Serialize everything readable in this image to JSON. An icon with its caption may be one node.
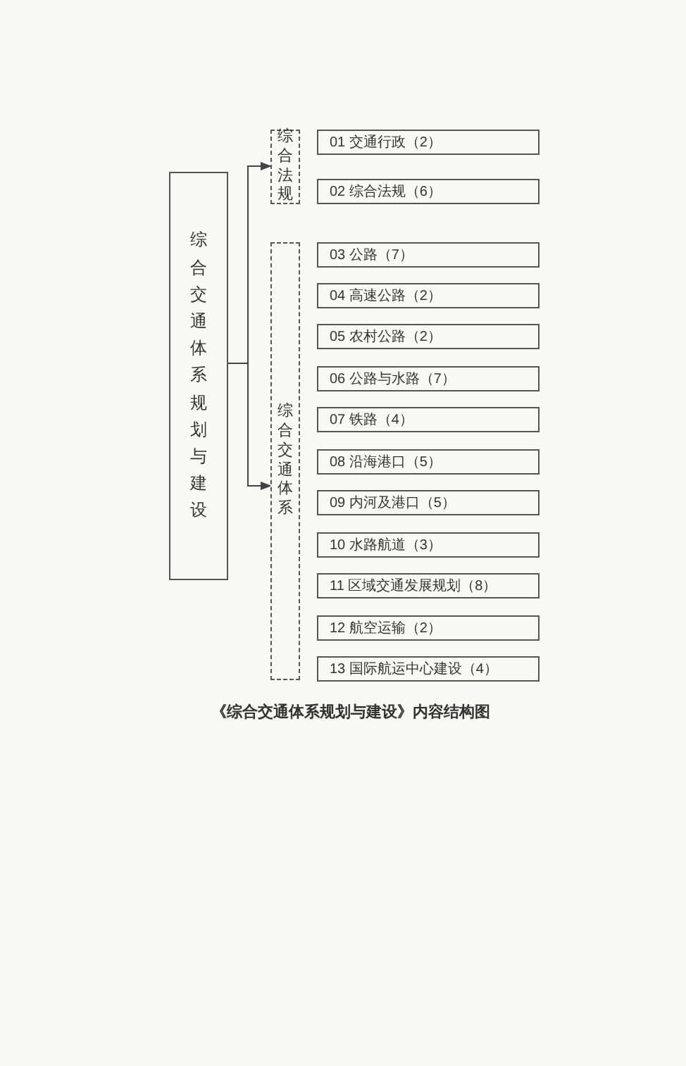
{
  "diagram": {
    "caption": "《综合交通体系规划与建设》内容结构图",
    "nodes": [
      {
        "text": [
          "综合交通体系规划与建设"
        ]
      },
      {
        "text": [
          "综合法规"
        ]
      },
      {
        "text": [
          "综合交通体系"
        ]
      },
      {
        "text": [
          "01 交通行政（2）"
        ]
      },
      {
        "text": [
          "02 综合法规（6）"
        ]
      },
      {
        "text": [
          "03 公路（7）"
        ]
      },
      {
        "text": [
          "04 高速公路（2）"
        ]
      },
      {
        "text": [
          "05 农村公路（2）"
        ]
      },
      {
        "text": [
          "06 公路与水路（7）"
        ]
      },
      {
        "text": [
          "07 铁路（4）"
        ]
      },
      {
        "text": [
          "08 沿海港口（5）"
        ]
      },
      {
        "text": [
          "09 内河及港口（5）"
        ]
      },
      {
        "text": [
          "10 水路航道（3）"
        ]
      },
      {
        "text": [
          "11 区域交通发展规划（8）"
        ]
      },
      {
        "text": [
          "12 航空运输（2）"
        ]
      },
      {
        "text": [
          "13 国际航运中心建设（4）"
        ]
      }
    ],
    "edges": [
      {
        "from": 0,
        "to": 1,
        "arrow": "to"
      },
      {
        "from": 0,
        "to": 2,
        "arrow": "to"
      }
    ]
  }
}
